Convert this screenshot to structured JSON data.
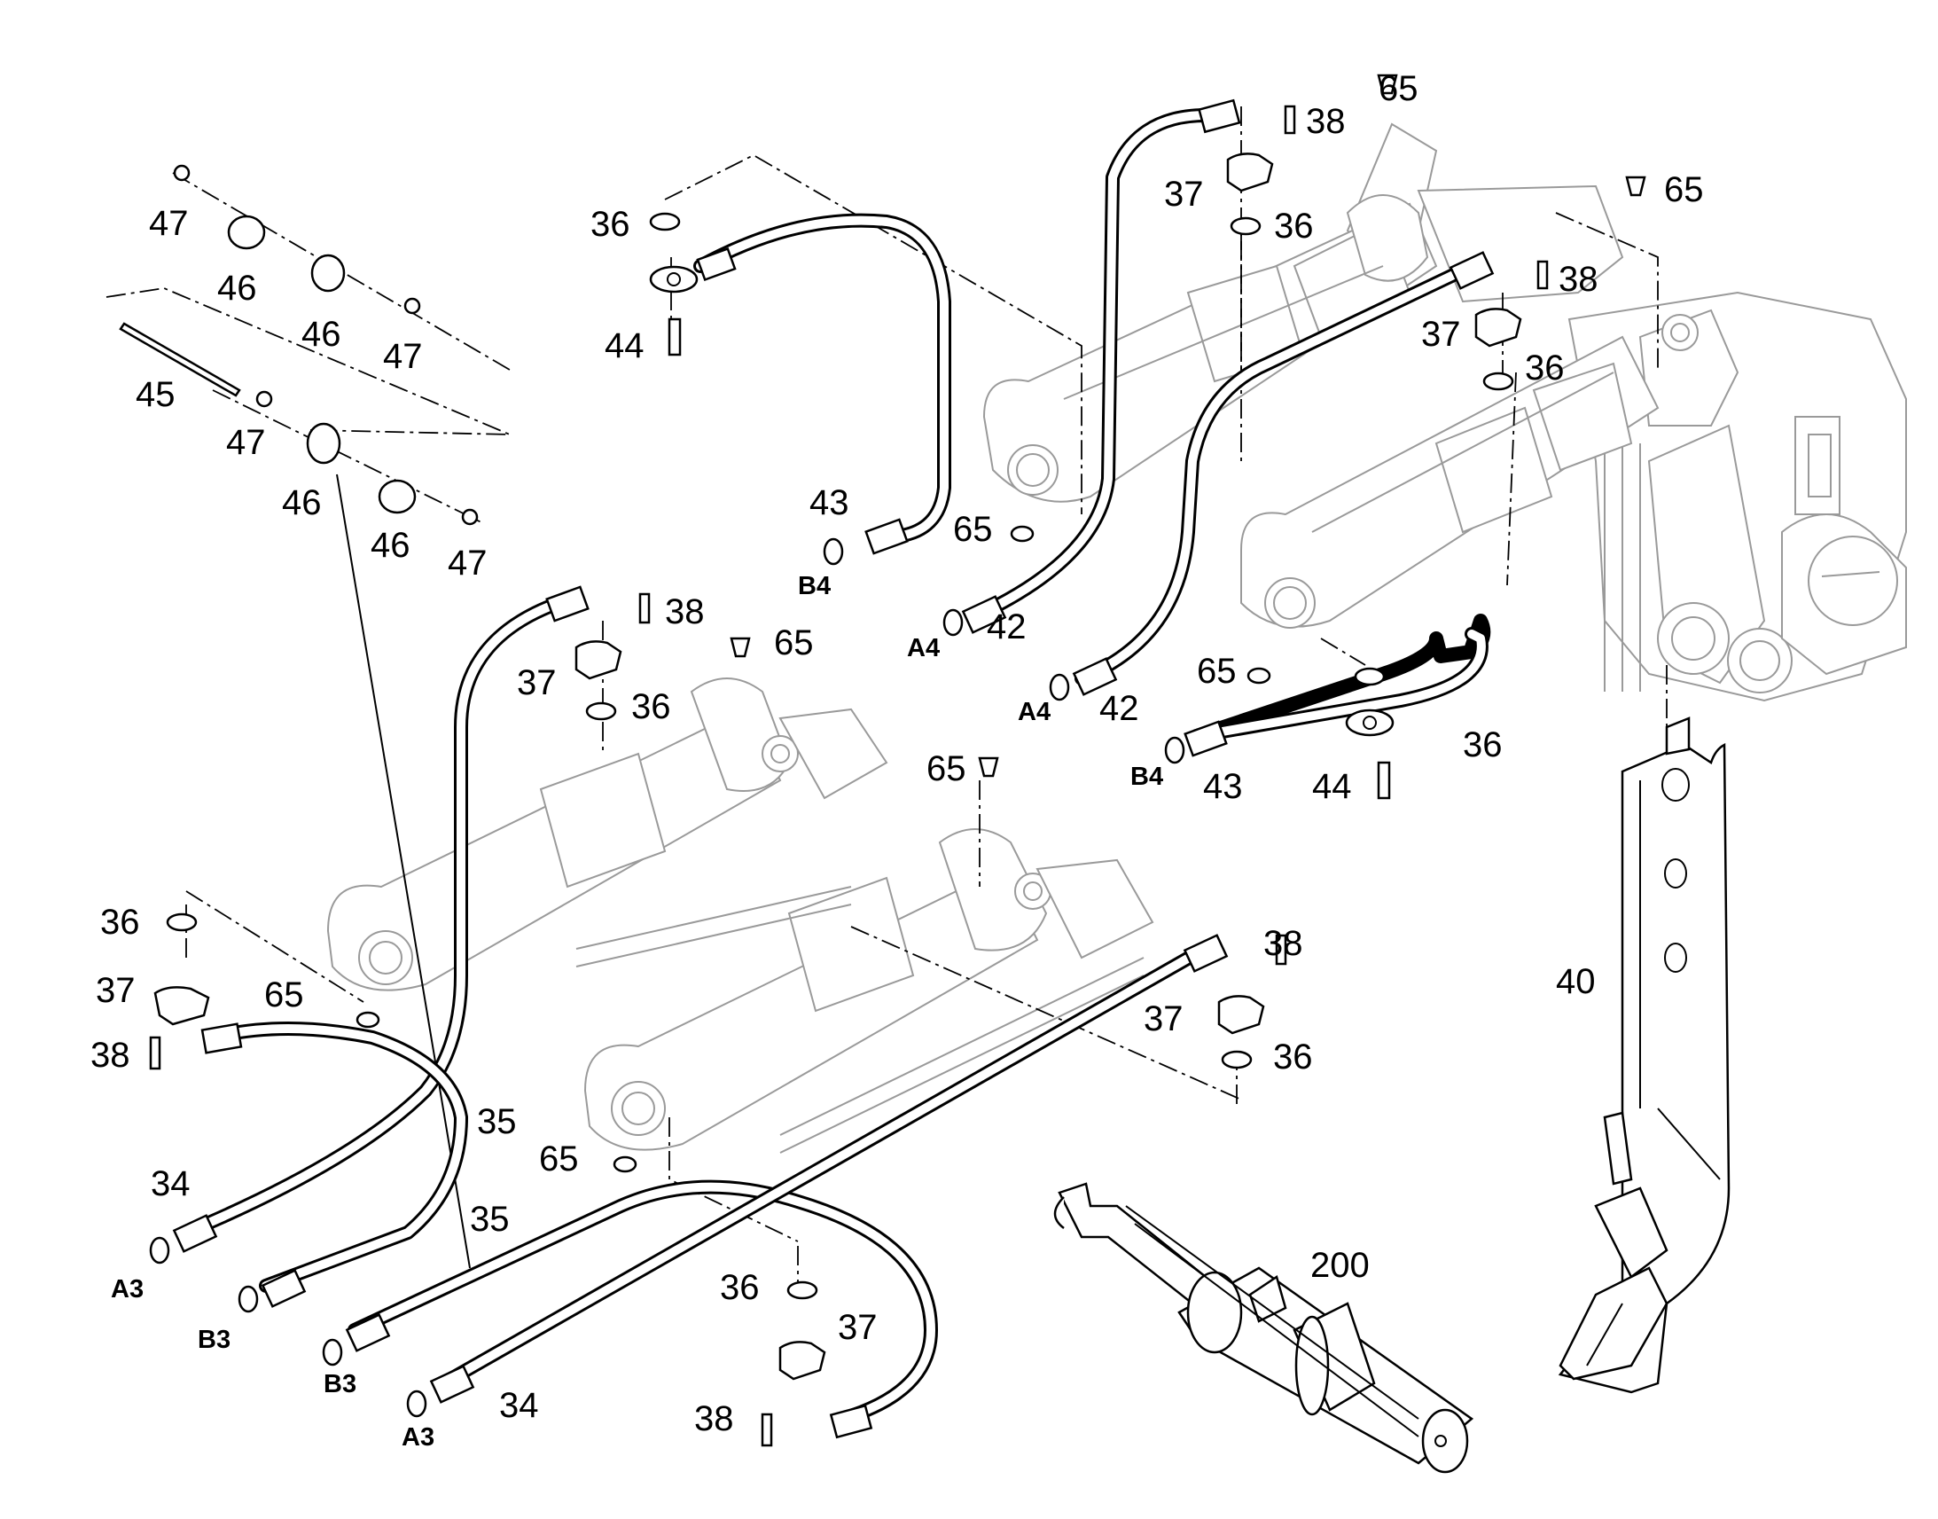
{
  "diagram": {
    "parts": {
      "p34": "34",
      "p35": "35",
      "p36": "36",
      "p37": "37",
      "p38": "38",
      "p40": "40",
      "p42": "42",
      "p43": "43",
      "p44": "44",
      "p45": "45",
      "p46": "46",
      "p47": "47",
      "p65": "65",
      "p200": "200"
    },
    "ports": {
      "a3": "A3",
      "b3": "B3",
      "a4": "A4",
      "b4": "B4"
    }
  }
}
